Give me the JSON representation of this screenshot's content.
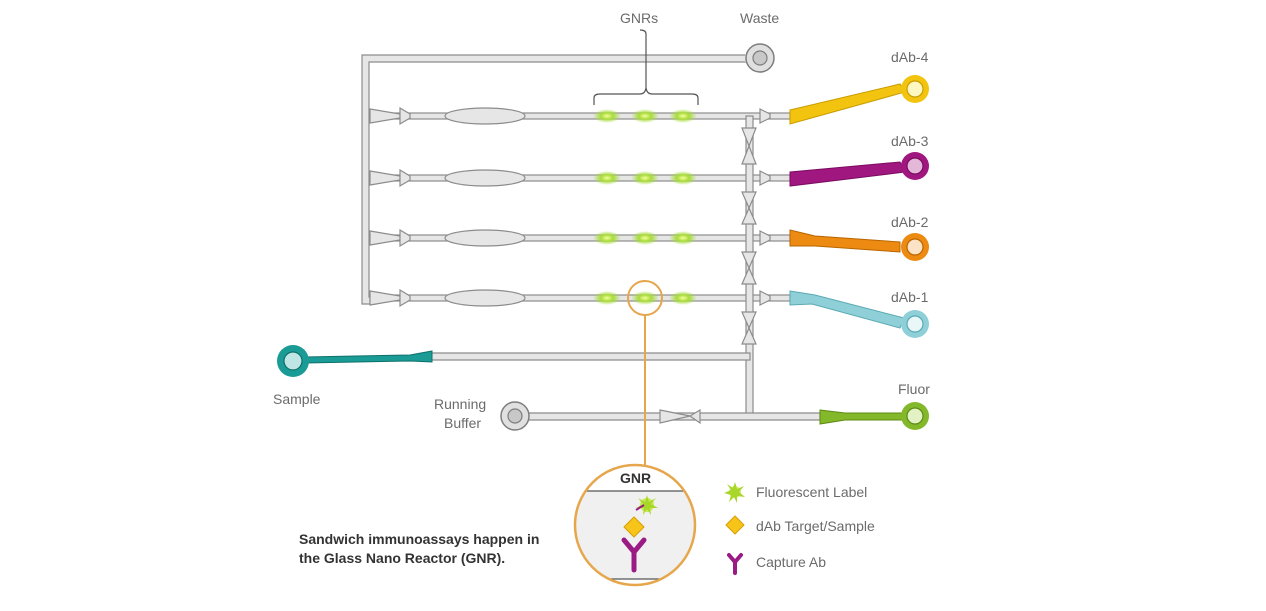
{
  "labels": {
    "gnrs": "GNRs",
    "waste": "Waste",
    "dab4": "dAb-4",
    "dab3": "dAb-3",
    "dab2": "dAb-2",
    "dab1": "dAb-1",
    "sample": "Sample",
    "running_buffer_line1": "Running",
    "running_buffer_line2": "Buffer",
    "fluor": "Fluor"
  },
  "zoom": {
    "title": "GNR"
  },
  "legend": [
    {
      "icon": "fluorescent-label-icon",
      "label": "Fluorescent Label"
    },
    {
      "icon": "dab-target-icon",
      "label": "dAb Target/Sample"
    },
    {
      "icon": "capture-ab-icon",
      "label": "Capture Ab"
    }
  ],
  "caption": {
    "line1": "Sandwich immunoassays happen in",
    "line2": "the Glass Nano Reactor (GNR)."
  },
  "colors": {
    "channel_fill": "#e6e6e6",
    "channel_stroke": "#8c8c8c",
    "dab4": "#f2c40f",
    "dab3": "#a0177f",
    "dab2": "#ec8a12",
    "dab1": "#8fd0d8",
    "sample": "#1a9b96",
    "fluor": "#84b82b",
    "zoom_ring": "#e6a64c",
    "gnr_glow": "#b6e04a",
    "capture_ab": "#9a1b84",
    "dab_target": "#f7c51a"
  }
}
